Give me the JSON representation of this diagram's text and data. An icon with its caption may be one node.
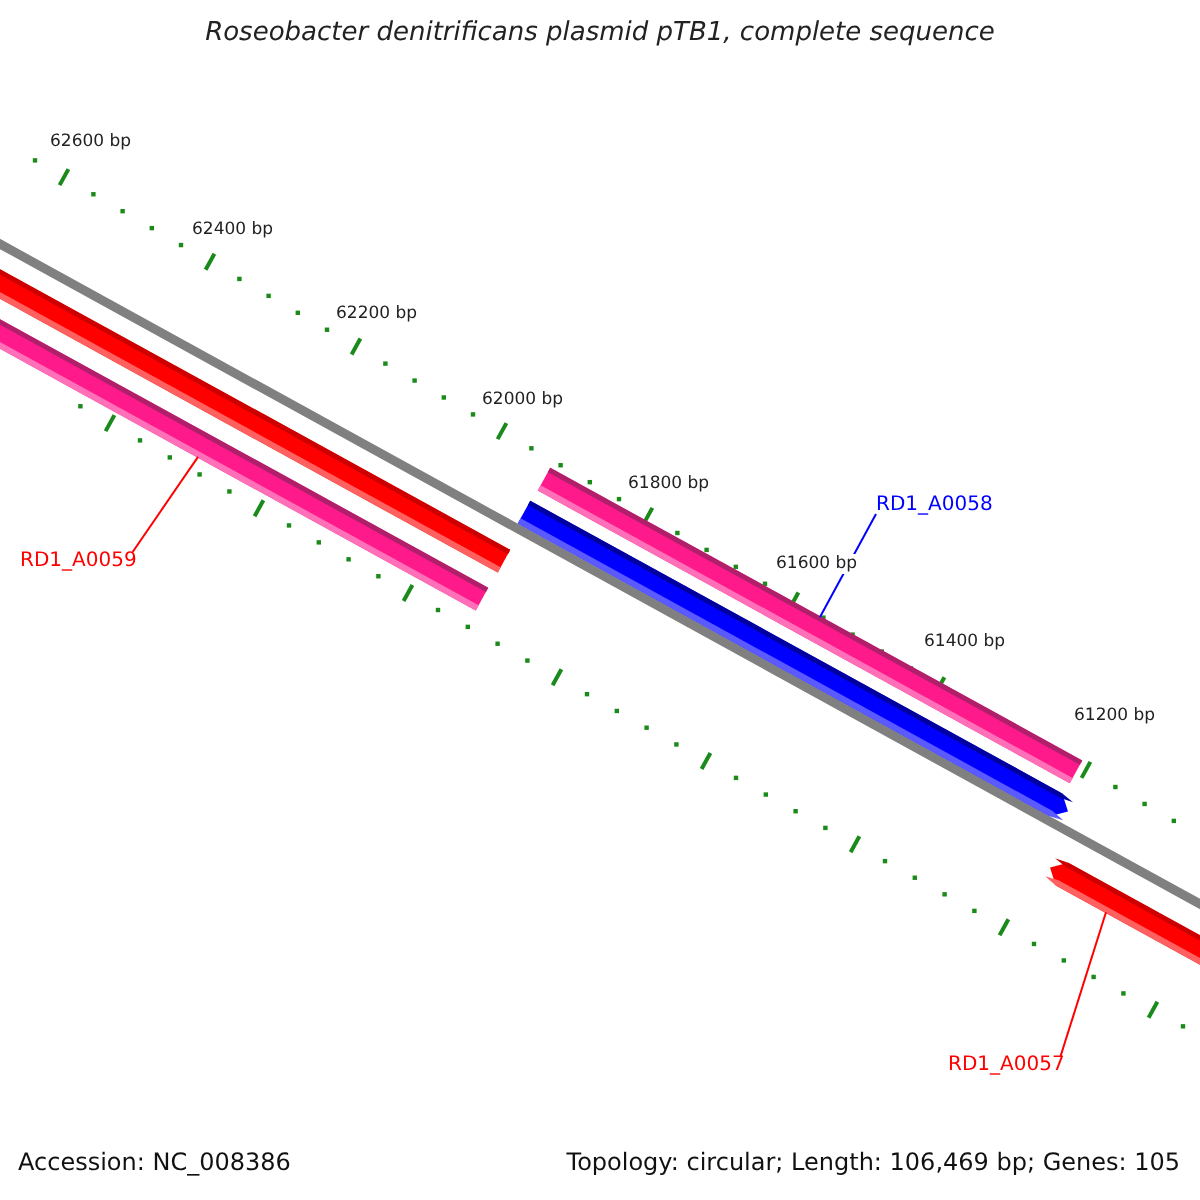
{
  "diagram": {
    "title": "Roseobacter denitrificans plasmid pTB1, complete sequence",
    "nodes": [
      {
        "text": [],
        "shape": "bar"
      },
      {
        "text": [],
        "shape": "bar"
      },
      {
        "text": [],
        "shape": "bar"
      },
      {
        "text": [],
        "shape": "bar"
      },
      {
        "text": [],
        "shape": "bar"
      },
      {
        "text": [
          "RD1_A0059"
        ]
      },
      {
        "text": [
          "RD1_A0058"
        ]
      },
      {
        "text": [
          "RD1_A0057"
        ]
      }
    ],
    "edges": [
      {
        "from": 5,
        "to": 1,
        "arrow": "none"
      },
      {
        "from": 6,
        "to": 2,
        "arrow": "none",
        "color": "#0000ff"
      },
      {
        "from": 7,
        "to": 4,
        "arrow": "none"
      }
    ],
    "labels": [
      "62600 bp",
      "62400 bp",
      "62200 bp",
      "62000 bp",
      "61800 bp",
      "61600 bp",
      "61400 bp",
      "61200 bp",
      "Accession: NC_008386",
      "Topology: circular; Length: 106,469 bp; Genes: 105"
    ]
  }
}
